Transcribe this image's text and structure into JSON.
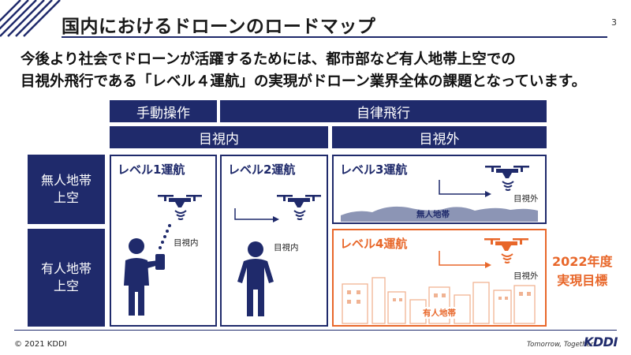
{
  "header": {
    "title": "国内におけるドローンのロードマップ",
    "page_number": "3"
  },
  "headline": {
    "line1": "今後より社会でドローンが活躍するためには、都市部など有人地帯上空での",
    "line2": "目視外飛行である「レベル４運航」の実現がドローン業界全体の課題となっています。"
  },
  "columns": {
    "manual": "手動操作",
    "autonomous": "自律飛行",
    "visual": "目視内",
    "beyond_visual": "目視外"
  },
  "rows": {
    "unmanned": "無人地帯上空",
    "manned": "有人地帯上空"
  },
  "levels": {
    "level1": "レベル1運航",
    "level2": "レベル2運航",
    "level3": "レベル3運航",
    "level4": "レベル4運航"
  },
  "labels": {
    "visual_small_1": "目視内",
    "visual_small_2": "目視内",
    "beyond_small_3": "目視外",
    "beyond_small_4": "目視外",
    "unmanned_area": "無人地帯",
    "manned_area": "有人地帯"
  },
  "target": {
    "year": "2022年度",
    "text": "実現目標"
  },
  "footer": {
    "copyright": "© 2021 KDDI",
    "tagline": "Tomorrow, Together",
    "logo": "KDDI"
  },
  "colors": {
    "navy": "#1f2a6b",
    "orange": "#e8672a"
  },
  "icons": [
    "drone-icon",
    "person-icon",
    "remote-controller-icon",
    "signal-icon",
    "flight-arrow-icon",
    "mountain-icon",
    "city-icon"
  ]
}
